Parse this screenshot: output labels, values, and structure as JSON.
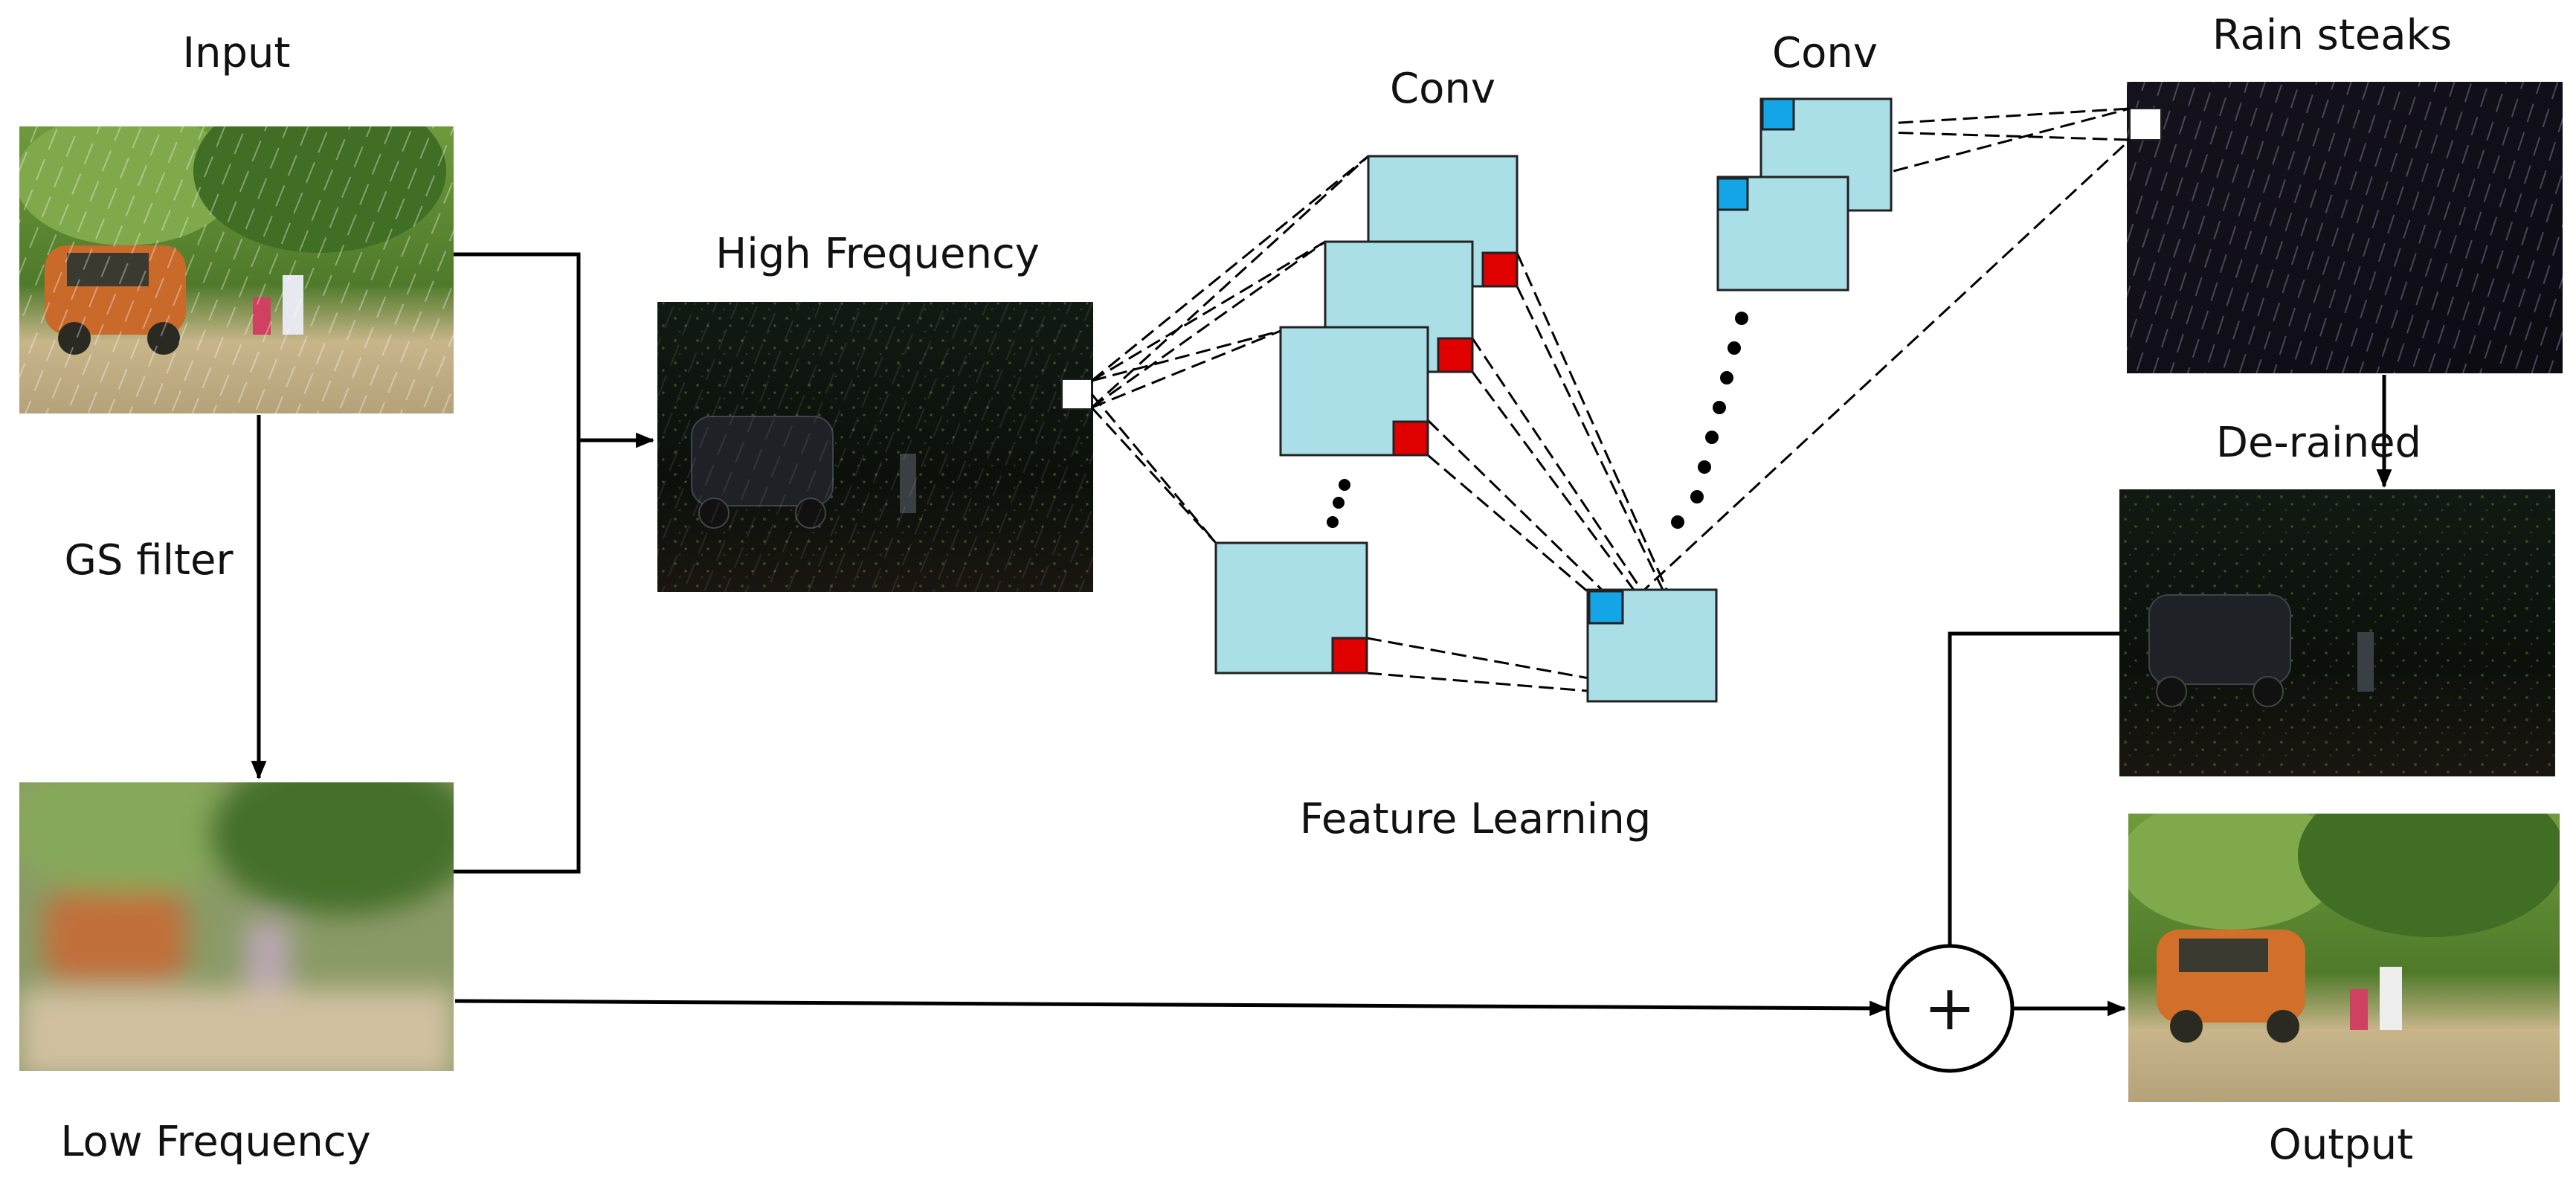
{
  "labels": {
    "input": "Input",
    "gs_filter": "GS filter",
    "low_frequency": "Low Frequency",
    "high_frequency": "High Frequency",
    "conv_1": "Conv",
    "conv_2": "Conv",
    "feature_learning": "Feature Learning",
    "rain_streaks": "Rain steaks",
    "derained": "De-rained",
    "output": "Output",
    "sum_symbol": "+"
  },
  "colors": {
    "feature_map": "#abdfe8",
    "kernel_red": "#e00000",
    "kernel_blue": "#14a5e6",
    "line": "#000000"
  }
}
